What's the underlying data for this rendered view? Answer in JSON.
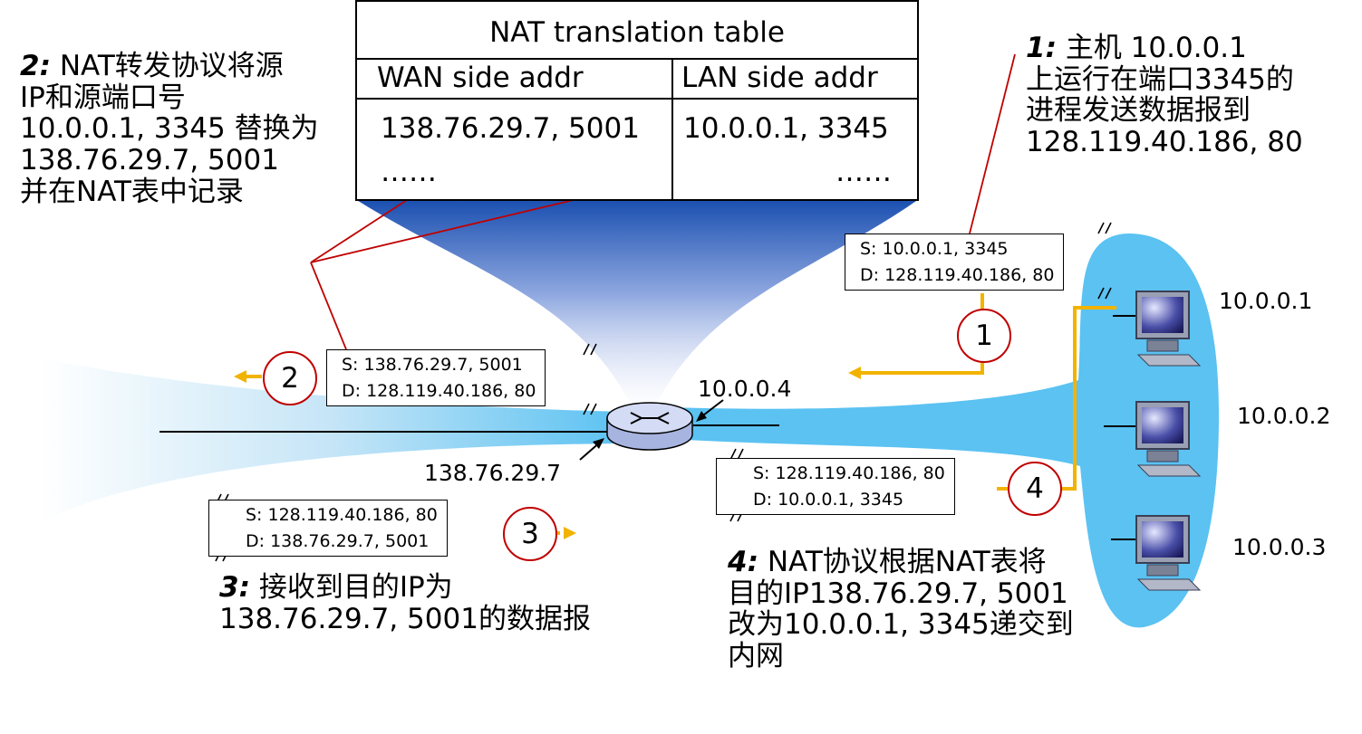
{
  "nat_table": {
    "title": "NAT translation table",
    "headers": [
      "WAN side addr",
      "LAN side addr"
    ],
    "row": [
      "138.76.29.7, 5001",
      "10.0.0.1, 3345"
    ],
    "ellipsis": [
      "……",
      "……"
    ]
  },
  "steps": {
    "s1": {
      "num": "1:",
      "lines": [
        "主机 10.0.0.1",
        "上运行在端口3345的",
        "进程发送数据报到",
        "128.119.40.186, 80"
      ]
    },
    "s2": {
      "num": "2:",
      "lines": [
        "NAT转发协议将源",
        "IP和源端口号",
        "10.0.0.1, 3345 替换为",
        "138.76.29.7, 5001",
        "并在NAT表中记录"
      ]
    },
    "s3": {
      "num": "3:",
      "lines": [
        "接收到目的IP为",
        "138.76.29.7, 5001的数据报"
      ]
    },
    "s4": {
      "num": "4:",
      "lines": [
        "NAT协议根据NAT表将",
        "目的IP138.76.29.7, 5001",
        "改为10.0.0.1, 3345递交到",
        "内网"
      ]
    }
  },
  "packets": {
    "p1": [
      "S: 10.0.0.1, 3345",
      "D: 128.119.40.186, 80"
    ],
    "p2": [
      "S: 138.76.29.7, 5001",
      "D: 128.119.40.186, 80"
    ],
    "p3": [
      "S: 128.119.40.186, 80",
      "D: 138.76.29.7, 5001"
    ],
    "p4": [
      "S: 128.119.40.186, 80",
      "D: 10.0.0.1, 3345"
    ]
  },
  "circles": [
    "1",
    "2",
    "3",
    "4"
  ],
  "addresses": {
    "router_lan": "10.0.0.4",
    "router_wan": "138.76.29.7",
    "host1": "10.0.0.1",
    "host2": "10.0.0.2",
    "host3": "10.0.0.3"
  },
  "colors": {
    "lan": "#5bc2f2",
    "arrow": "#f2b300",
    "callout": "#c00000",
    "router": "#c9d3f0"
  }
}
